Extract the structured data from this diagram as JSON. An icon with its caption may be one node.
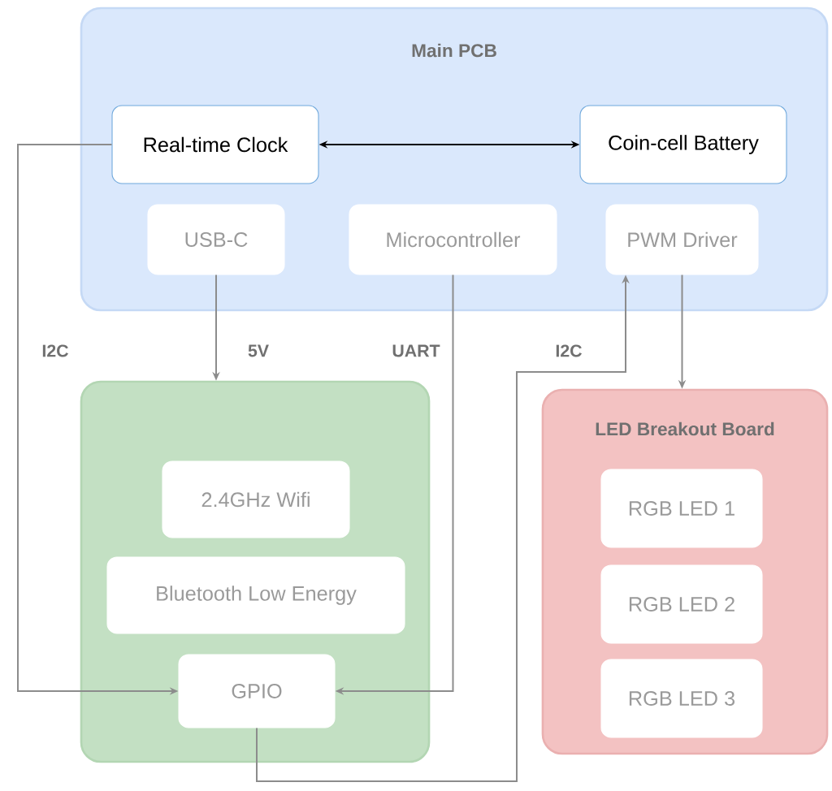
{
  "diagram": {
    "nodes": [
      {
        "text": [
          "Main PCB"
        ]
      },
      {
        "text": [
          "Real-time Clock"
        ],
        "in": 0
      },
      {
        "text": [
          "Coin-cell Battery"
        ],
        "in": 0
      },
      {
        "text": [
          "USB-C"
        ],
        "in": 0
      },
      {
        "text": [
          "Microcontroller"
        ],
        "in": 0
      },
      {
        "text": [
          "PWM Driver"
        ],
        "in": 0
      },
      {
        "text": [],
        "shape": "box"
      },
      {
        "text": [
          "2.4GHz Wifi"
        ],
        "in": 6
      },
      {
        "text": [
          "Bluetooth Low Energy"
        ],
        "in": 6
      },
      {
        "text": [
          "GPIO"
        ],
        "in": 6
      },
      {
        "text": [
          "LED Breakout Board"
        ]
      },
      {
        "text": [
          "RGB LED 1"
        ],
        "in": 10
      },
      {
        "text": [
          "RGB LED 2"
        ],
        "in": 10
      },
      {
        "text": [
          "RGB LED 3"
        ],
        "in": 10
      }
    ],
    "edges": [
      {
        "from": 1,
        "to": 2,
        "arrow": "both",
        "color": "#000000"
      },
      {
        "from": 1,
        "to": 9,
        "arrow": "to",
        "label": "I2C"
      },
      {
        "from": 3,
        "to": 6,
        "arrow": "to",
        "label": "5V"
      },
      {
        "from": 4,
        "to": 9,
        "arrow": "to",
        "label": "UART"
      },
      {
        "from": 9,
        "to": 5,
        "arrow": "to",
        "label": "I2C"
      },
      {
        "from": 5,
        "to": 10,
        "arrow": "to"
      }
    ]
  }
}
